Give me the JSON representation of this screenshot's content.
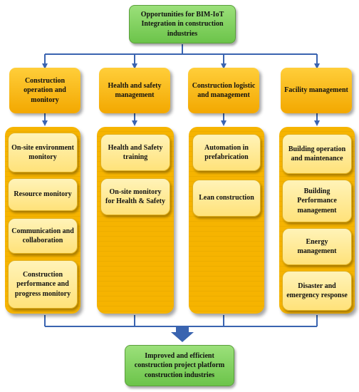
{
  "top": "Opportunities for BIM-IoT Integration in construction industries",
  "bottom": "Improved and efficient construction project platform construction industries",
  "columns": [
    {
      "title": "Construction operation and monitory",
      "items": [
        "On-site environment monitory",
        "Resource monitory",
        "Communication and collaboration",
        "Construction performance and progress monitory"
      ]
    },
    {
      "title": "Health and safety management",
      "items": [
        "Health and Safety training",
        "On-site monitory for Health & Safety"
      ]
    },
    {
      "title": "Construction logistic and management",
      "items": [
        "Automation in prefabrication",
        "Lean construction"
      ]
    },
    {
      "title": "Facility management",
      "items": [
        "Building operation and maintenance",
        "Building Performance management",
        "Energy management",
        "Disaster and emergency response"
      ]
    }
  ],
  "colors": {
    "connector": "#3a64b0",
    "header": "#f3a800",
    "item": "#ffe27a",
    "green": "#7ccc55"
  }
}
